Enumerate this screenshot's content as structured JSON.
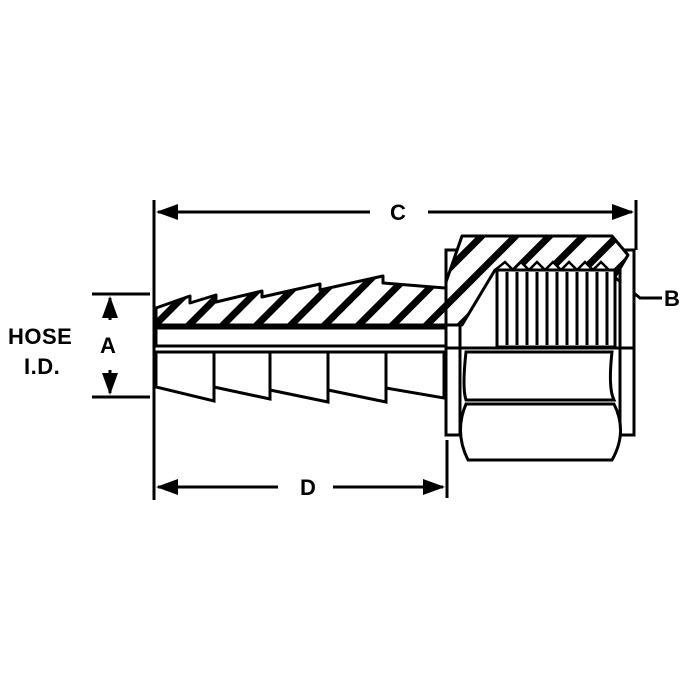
{
  "diagram": {
    "subject": "Hose barb to female thread swivel fitting (cross-section)",
    "labels": {
      "hose_line1": "HOSE",
      "hose_line2": "I.D.",
      "dim_a": "A",
      "dim_b": "B",
      "dim_c": "C",
      "dim_d": "D"
    },
    "colors": {
      "ink": "#000000",
      "paper": "#ffffff"
    }
  }
}
